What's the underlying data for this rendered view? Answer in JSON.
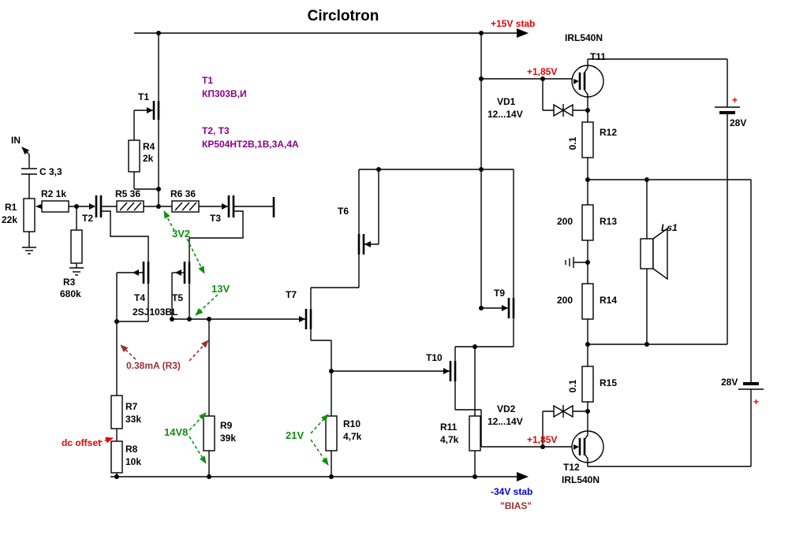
{
  "title": "Circlotron",
  "colors": {
    "wire": "#000000",
    "red": "#e60000",
    "green": "#0f8f0f",
    "purple": "#8b008b",
    "blue": "#0000cd",
    "maroon": "#9b3030"
  },
  "labels": {
    "in": "IN",
    "cap": "C  3,3",
    "r1_name": "R1",
    "r1_val": "22k",
    "r2": "R2  1k",
    "r3_name": "R3",
    "r3_val": "680k",
    "r4_name": "R4",
    "r4_val": "2k",
    "r5": "R5  36",
    "r6": "R6  36",
    "r7_name": "R7",
    "r7_val": "33k",
    "r8_name": "R8",
    "r8_val": "10k",
    "r9_name": "R9",
    "r9_val": "39k",
    "r10_name": "R10",
    "r10_val": "4,7k",
    "r11_name": "R11",
    "r11_val": "4,7k",
    "r12_name": "R12",
    "r12_val": "0.1",
    "r13_name": "R13",
    "r13_val": "200",
    "r14_name": "R14",
    "r14_val": "200",
    "r15_name": "R15",
    "r15_val": "0.1",
    "t1": "T1",
    "t2": "T2",
    "t3": "T3",
    "t4": "T4",
    "t5": "T5",
    "t6": "T6",
    "t7": "T7",
    "t9": "T9",
    "t10": "T10",
    "t11": "T11",
    "t12": "T12",
    "t1_type_hdr": "T1",
    "t1_type": "КП303В,И",
    "t23_hdr": "T2, T3",
    "t23_type": "КР504НТ2В,1В,3А,4А",
    "t45_type": "2SJ103BL",
    "mosfet_top": "IRL540N",
    "mosfet_bot": "IRL540N",
    "vd1": "VD1",
    "vd1_val": "12...14V",
    "vd2": "VD2",
    "vd2_val": "12...14V",
    "vgs_top": "+1,85V",
    "vgs_bot": "+1,85V",
    "supply_pos": "+15V stab",
    "supply_neg": "-34V stab",
    "bias": "\"BIAS\"",
    "bat_top": "28V",
    "bat_top_plus": "+",
    "bat_bot": "28V",
    "bat_bot_plus": "+",
    "ls1": "Ls1",
    "v_3v2": "3V2",
    "v_13": "13V",
    "v_14v8": "14V8",
    "v_21": "21V",
    "current": "0.38mA (R3)",
    "dc_offset": "dc offset"
  }
}
